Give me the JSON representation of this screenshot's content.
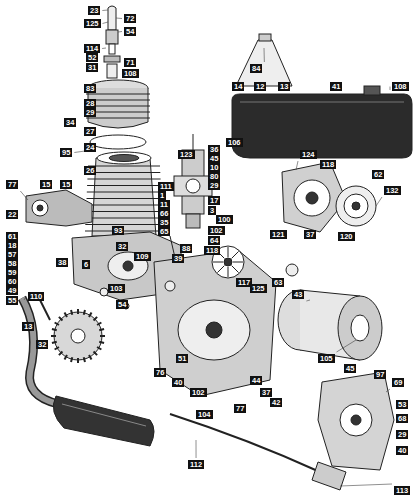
{
  "diagram": {
    "labels": [
      "23",
      "125",
      "72",
      "54",
      "114",
      "52",
      "71",
      "31",
      "108",
      "83",
      "28",
      "29",
      "34",
      "27",
      "24",
      "95",
      "26",
      "84",
      "14",
      "12",
      "13",
      "41",
      "108",
      "36",
      "45",
      "123",
      "106",
      "10",
      "80",
      "29",
      "111",
      "1",
      "11",
      "66",
      "35",
      "65",
      "17",
      "3",
      "100",
      "102",
      "64",
      "77",
      "15",
      "15",
      "22",
      "61",
      "18",
      "57",
      "58",
      "59",
      "60",
      "49",
      "93",
      "32",
      "109",
      "38",
      "6",
      "88",
      "39",
      "118",
      "103",
      "54",
      "55",
      "110",
      "13",
      "32",
      "124",
      "118",
      "62",
      "132",
      "121",
      "37",
      "120",
      "117",
      "125",
      "63",
      "43",
      "105",
      "45",
      "97",
      "69",
      "76",
      "51",
      "40",
      "102",
      "77",
      "104",
      "37",
      "44",
      "42",
      "112",
      "113",
      "53",
      "68",
      "40",
      "29"
    ]
  }
}
